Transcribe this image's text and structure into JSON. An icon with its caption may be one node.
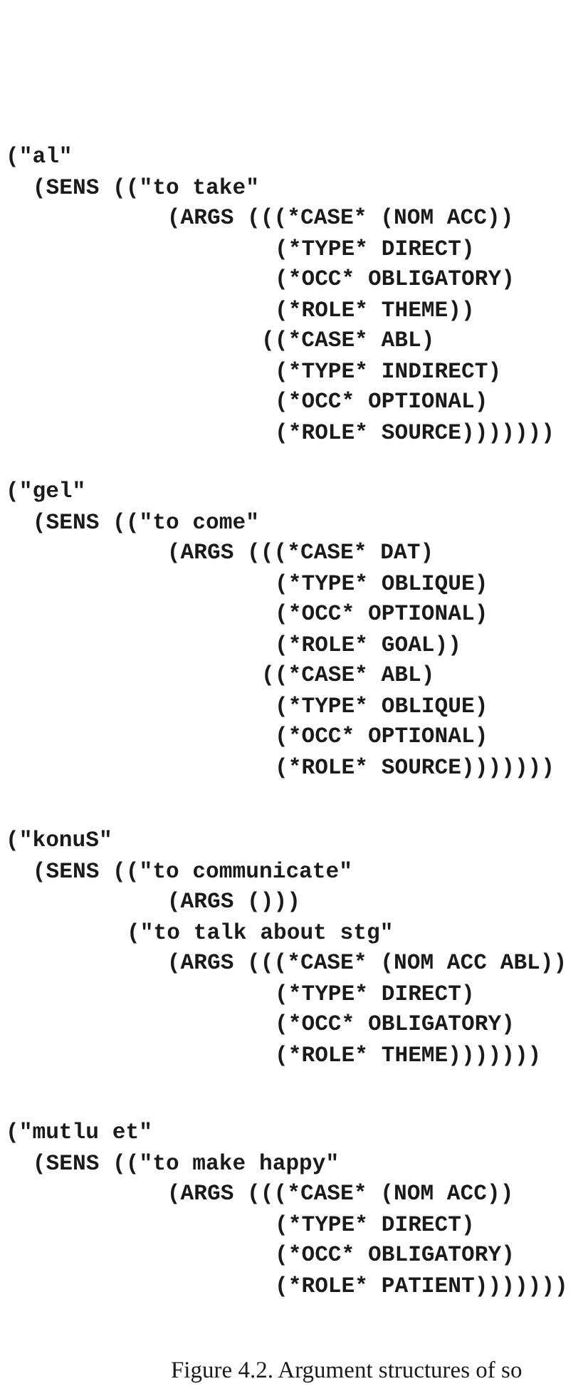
{
  "diagram": {
    "caption": "Figure 4.2. Argument structures of so",
    "labels": [
      "(\"al\"",
      "(SENS ((\"to take\"",
      "(ARGS (((*CASE* (NOM ACC))",
      "(*TYPE* DIRECT)",
      "(*OCC* OBLIGATORY)",
      "(*ROLE* THEME))",
      "((*CASE* ABL)",
      "(*TYPE* INDIRECT)",
      "(*OCC* OPTIONAL)",
      "(*ROLE* SOURCE)))))))",
      "(\"gel\"",
      "(SENS ((\"to come\"",
      "(ARGS (((*CASE* DAT)",
      "(*TYPE* OBLIQUE)",
      "(*OCC* OPTIONAL)",
      "(*ROLE* GOAL))",
      "((*CASE* ABL)",
      "(*TYPE* OBLIQUE)",
      "(*OCC* OPTIONAL)",
      "(*ROLE* SOURCE)))))))",
      "(\"konuS\"",
      "(SENS ((\"to communicate\"",
      "(ARGS ()))",
      "(\"to talk about stg\"",
      "(ARGS (((*CASE* (NOM ACC ABL))",
      "(*TYPE* DIRECT)",
      "(*OCC* OBLIGATORY)",
      "(*ROLE* THEME)))))))",
      "(\"mutlu et\"",
      "(SENS ((\"to make happy\"",
      "(ARGS (((*CASE* (NOM ACC))",
      "(*TYPE* DIRECT)",
      "(*OCC* OBLIGATORY)",
      "(*ROLE* PATIENT)))))))"
    ]
  }
}
